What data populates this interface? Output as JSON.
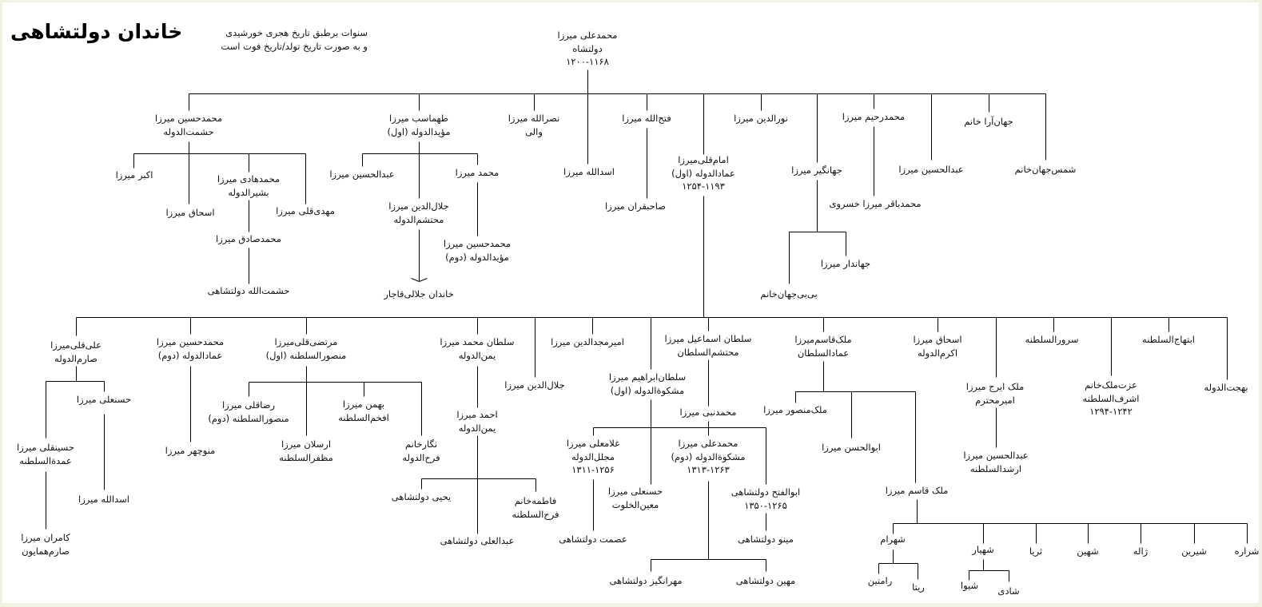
{
  "title": "خاندان دولتشاهی",
  "note": [
    "سنوات برطبق تاریخ هجری خورشیدی",
    "و به صورت تاریخ تولد/تاریخ فوت است"
  ],
  "nodes": [
    {
      "lines": [
        "محمدعلی میرزا",
        "دولتشاه",
        "۱۲۰۰-۱۱۶۸"
      ]
    },
    {
      "lines": [
        "محمدحسین میرزا",
        "حشمت‌الدوله"
      ]
    },
    {
      "lines": [
        "طهماسب میرزا",
        "مؤیدالدوله (اول)"
      ]
    },
    {
      "lines": [
        "نصرالله میرزا",
        "والی"
      ]
    },
    {
      "lines": [
        "اسدالله میرزا"
      ]
    },
    {
      "lines": [
        "فتح‌الله میرزا"
      ]
    },
    {
      "lines": [
        "امام‌قلی‌میرزا",
        "عمادالدوله (اول)",
        "۱۲۵۴-۱۱۹۳"
      ]
    },
    {
      "lines": [
        "نورالدین میرزا"
      ]
    },
    {
      "lines": [
        "جهانگیر میرزا"
      ]
    },
    {
      "lines": [
        "محمدرحیم میرزا"
      ]
    },
    {
      "lines": [
        "عبدالحسین میرزا"
      ]
    },
    {
      "lines": [
        "جهان‌آرا خانم"
      ]
    },
    {
      "lines": [
        "شمس‌جهان‌خانم"
      ]
    },
    {
      "lines": [
        "اکبر میرزا"
      ]
    },
    {
      "lines": [
        "اسحاق میرزا"
      ]
    },
    {
      "lines": [
        "محمدهادی میرزا",
        "بشیرالدوله"
      ]
    },
    {
      "lines": [
        "مهدی‌قلی میرزا"
      ]
    },
    {
      "lines": [
        "محمدصادق میرزا"
      ]
    },
    {
      "lines": [
        "حشمت‌الله دولتشاهی"
      ]
    },
    {
      "lines": [
        "عبدالحسین میرزا"
      ]
    },
    {
      "lines": [
        "جلال‌الدین میرزا",
        "محتشم‌الدوله"
      ]
    },
    {
      "lines": [
        "محمد میرزا"
      ]
    },
    {
      "lines": [
        "محمدحسین میرزا",
        "مؤیدالدوله (دوم)"
      ]
    },
    {
      "lines": [
        "خاندان جلالی‌قاجار"
      ]
    },
    {
      "lines": [
        "صاحبقران میرزا"
      ]
    },
    {
      "lines": [
        "بی‌بی‌جهان‌خانم"
      ]
    },
    {
      "lines": [
        "جهاندار میرزا"
      ]
    },
    {
      "lines": [
        "محمدباقر میرزا خسروی"
      ]
    },
    {
      "lines": [
        "علی‌قلی‌میرزا",
        "صارم‌الدوله"
      ]
    },
    {
      "lines": [
        "محمدحسین میرزا",
        "عمادالدوله (دوم)"
      ]
    },
    {
      "lines": [
        "مرتضی‌قلی‌میرزا",
        "منصورالسلطنه (اول)"
      ]
    },
    {
      "lines": [
        "سلطان محمد میرزا",
        "یمن‌الدوله"
      ]
    },
    {
      "lines": [
        "جلال‌الدین میرزا"
      ]
    },
    {
      "lines": [
        "امیرمجدالدین میرزا"
      ]
    },
    {
      "lines": [
        "سلطان‌ابراهیم میرزا",
        "مشکوة‌الدوله (اول)"
      ]
    },
    {
      "lines": [
        "سلطان اسماعیل میرزا",
        "محتشم‌السلطان"
      ]
    },
    {
      "lines": [
        "ملک‌قاسم‌میرزا",
        "عمادالسلطان"
      ]
    },
    {
      "lines": [
        "اسحاق میرزا",
        "اکرم‌الدوله"
      ]
    },
    {
      "lines": [
        "ملک ایرج میرزا",
        "امیرمحترم"
      ]
    },
    {
      "lines": [
        "سرورالسلطنه"
      ]
    },
    {
      "lines": [
        "عزت‌ملک‌خانم",
        "اشرف‌السلطنه",
        "۱۲۹۴-۱۲۴۲"
      ]
    },
    {
      "lines": [
        "ابتهاج‌السلطنه"
      ]
    },
    {
      "lines": [
        "بهجت‌الدوله"
      ]
    },
    {
      "lines": [
        "حسنعلی میرزا"
      ]
    },
    {
      "lines": [
        "حسینقلی میرزا",
        "عمدة‌السلطنه"
      ]
    },
    {
      "lines": [
        "اسدالله میرزا"
      ]
    },
    {
      "lines": [
        "کامران میرزا",
        "صارم‌همایون"
      ]
    },
    {
      "lines": [
        "منوچهر میرزا"
      ]
    },
    {
      "lines": [
        "رضاقلی میرزا",
        "منصورالسلطنه (دوم)"
      ]
    },
    {
      "lines": [
        "بهمن میرزا",
        "افخم‌السلطنه"
      ]
    },
    {
      "lines": [
        "ارسلان میرزا",
        "مظفرالسلطنه"
      ]
    },
    {
      "lines": [
        "نگارخانم",
        "فرح‌الدوله"
      ]
    },
    {
      "lines": [
        "احمد میرزا",
        "یمن‌الدوله"
      ]
    },
    {
      "lines": [
        "یحیی دولتشاهی"
      ]
    },
    {
      "lines": [
        "فاطمه‌خانم",
        "فرح‌السلطنه"
      ]
    },
    {
      "lines": [
        "عبدالعلی دولتشاهی"
      ]
    },
    {
      "lines": [
        "محمدنبی میرزا"
      ]
    },
    {
      "lines": [
        "غلامعلی میرزا",
        "مجلل‌الدوله",
        "۱۳۱۱-۱۲۵۶"
      ]
    },
    {
      "lines": [
        "محمدعلی میرزا",
        "مشکوة‌الدوله (دوم)",
        "۱۳۱۳-۱۲۶۳"
      ]
    },
    {
      "lines": [
        "حسنعلی میرزا",
        "معین‌الخلوت"
      ]
    },
    {
      "lines": [
        "ابوالفتح دولتشاهی",
        "۱۳۵۰-۱۲۶۵"
      ]
    },
    {
      "lines": [
        "عصمت دولتشاهی"
      ]
    },
    {
      "lines": [
        "مینو دولتشاهی"
      ]
    },
    {
      "lines": [
        "مهرانگیز دولتشاهی"
      ]
    },
    {
      "lines": [
        "مهین دولتشاهی"
      ]
    },
    {
      "lines": [
        "ملک‌منصور میرزا"
      ]
    },
    {
      "lines": [
        "ابوالحسن میرزا"
      ]
    },
    {
      "lines": [
        "ملک قاسم میرزا"
      ]
    },
    {
      "lines": [
        "عبدالحسین میرزا",
        "ارشدالسلطنه"
      ]
    },
    {
      "lines": [
        "شهرام"
      ]
    },
    {
      "lines": [
        "شهیار"
      ]
    },
    {
      "lines": [
        "ثریا"
      ]
    },
    {
      "lines": [
        "شهین"
      ]
    },
    {
      "lines": [
        "ژاله"
      ]
    },
    {
      "lines": [
        "شیرین"
      ]
    },
    {
      "lines": [
        "شراره"
      ]
    },
    {
      "lines": [
        "رامتین"
      ]
    },
    {
      "lines": [
        "ریتا"
      ]
    },
    {
      "lines": [
        "شیوا"
      ]
    },
    {
      "lines": [
        "شادی"
      ]
    }
  ]
}
